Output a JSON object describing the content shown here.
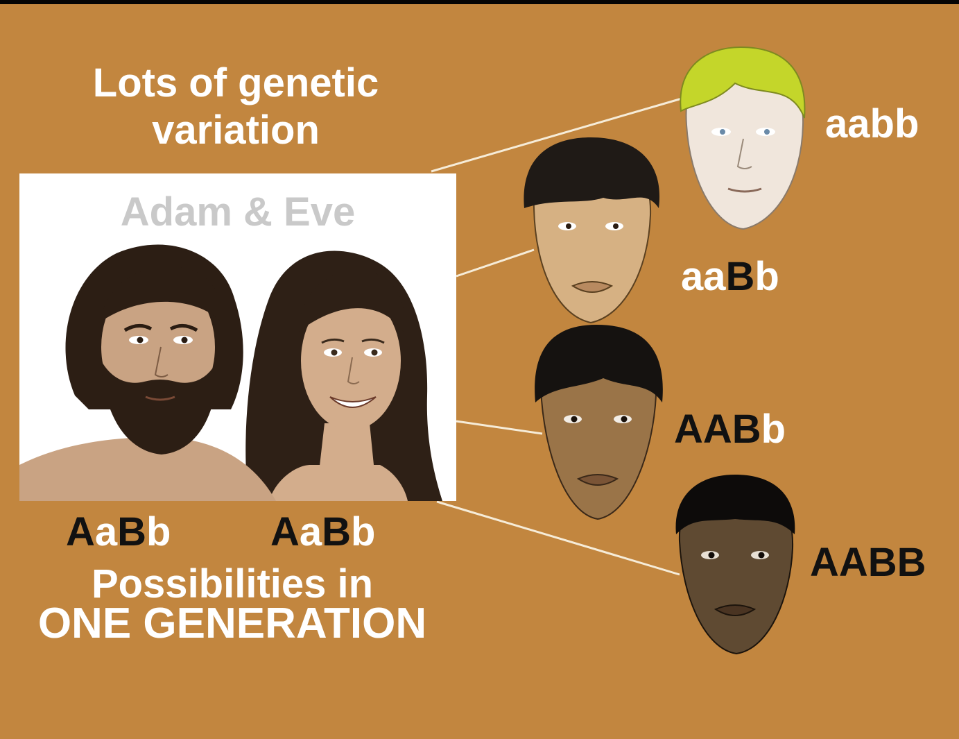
{
  "title_lines": [
    "Lots of genetic",
    "variation"
  ],
  "parents": {
    "box_title": "Adam & Eve",
    "adam": {
      "genotype": "AaBb",
      "skin": "#c9a383",
      "hair": "#2c1e14"
    },
    "eve": {
      "genotype": "AaBb",
      "skin": "#d3ad8c",
      "hair": "#2e2016"
    }
  },
  "footer_lines": [
    "Possibilities in",
    "ONE GENERATION"
  ],
  "offspring": [
    {
      "genotype": "aabb",
      "skin": "#f0e6dc",
      "hair": "#c4d62a"
    },
    {
      "genotype": "aaBb",
      "skin": "#d6b183",
      "hair": "#1f1a16"
    },
    {
      "genotype": "AABb",
      "skin": "#9a7448",
      "hair": "#151210"
    },
    {
      "genotype": "AABB",
      "skin": "#5f4a32",
      "hair": "#0d0b0a"
    }
  ],
  "colors": {
    "background": "#c2863f",
    "dominant_allele": "#111111",
    "recessive_allele": "#ffffff"
  }
}
